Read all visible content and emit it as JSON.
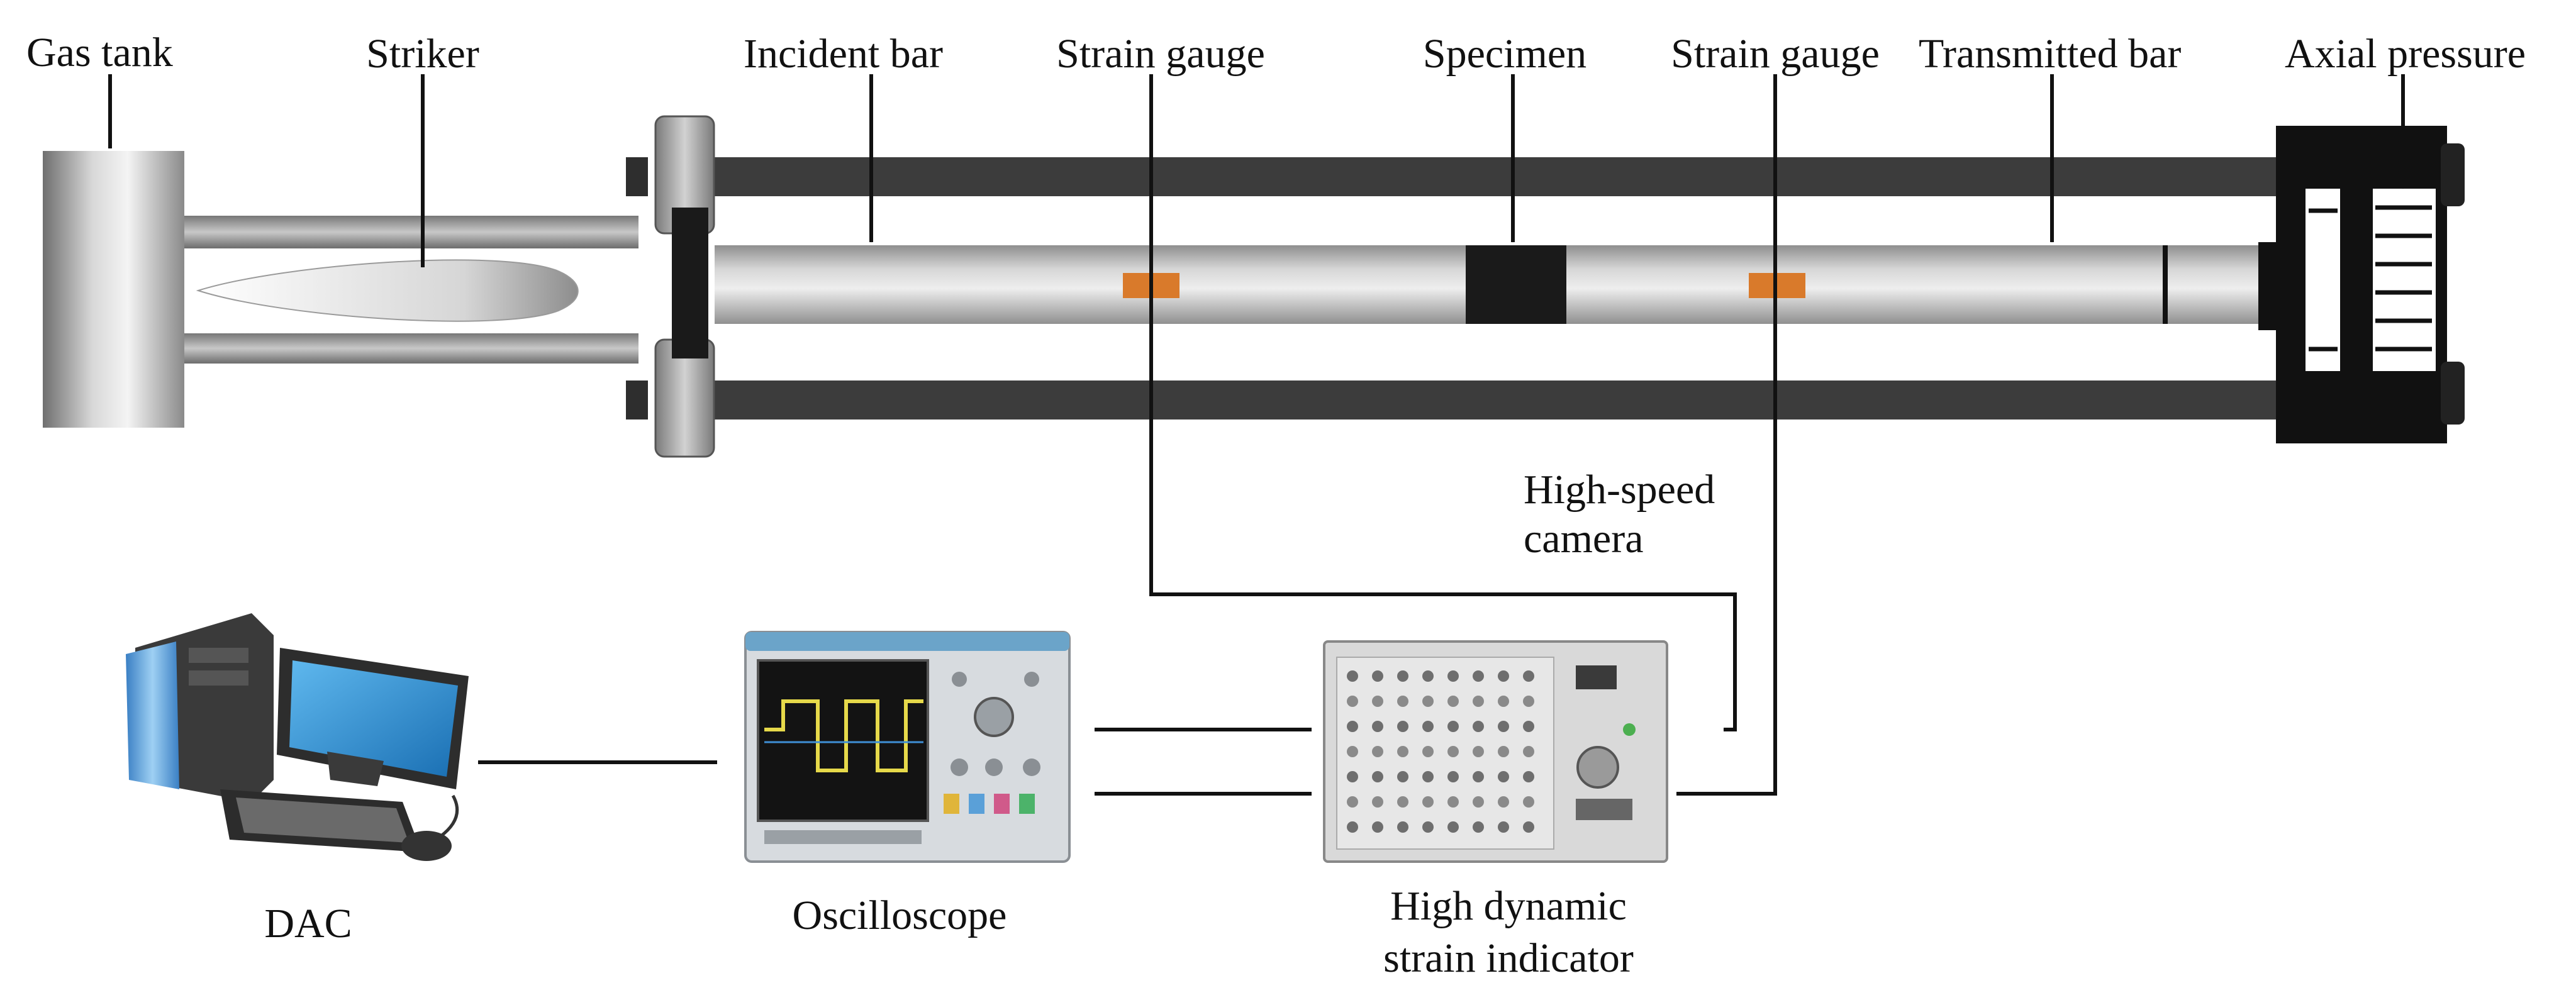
{
  "labels": {
    "gas_tank": "Gas tank",
    "striker": "Striker",
    "incident_bar": "Incident bar",
    "strain_gauge_1": "Strain gauge",
    "specimen": "Specimen",
    "strain_gauge_2": "Strain gauge",
    "transmitted_bar": "Transmitted bar",
    "axial_pressure": "Axial pressure",
    "camera_line1": "High-speed",
    "camera_line2": "camera",
    "dac": "DAC",
    "oscilloscope": "Oscilloscope",
    "indicator_line1": "High dynamic",
    "indicator_line2": "strain indicator"
  },
  "colors": {
    "frame_rod": "#3c3c3c",
    "strain_gauge": "#d97a2b",
    "specimen": "#1a1a1a",
    "wire": "#111111"
  },
  "icons": {
    "computer": "desktop-computer-icon",
    "oscilloscope": "oscilloscope-icon",
    "strain_indicator": "strain-indicator-device-icon"
  }
}
